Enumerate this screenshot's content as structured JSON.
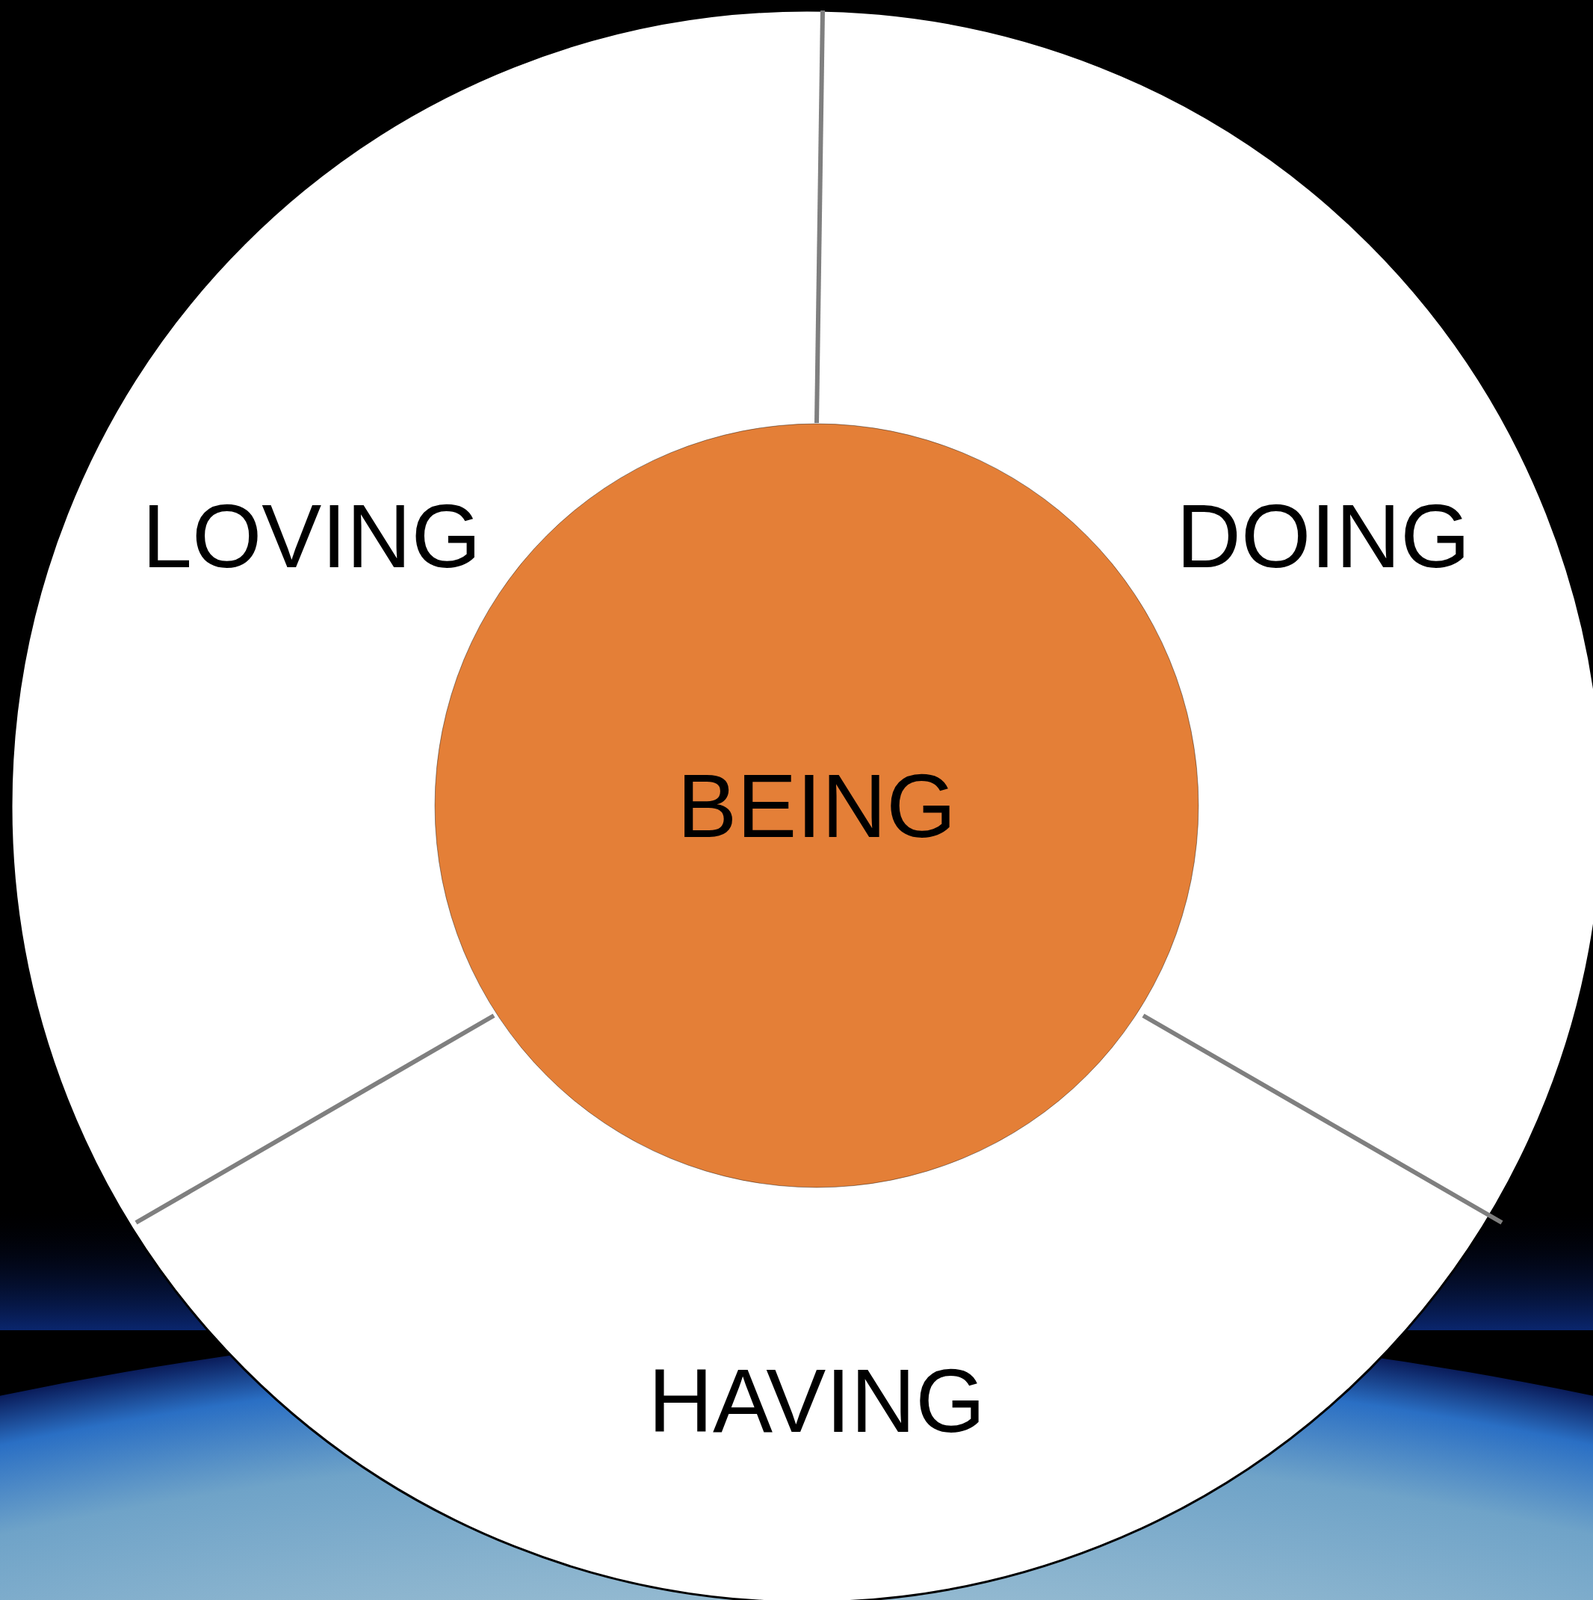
{
  "diagram": {
    "nodes": [
      {
        "text": [
          "LOVING"
        ]
      },
      {
        "text": [
          "DOING"
        ]
      },
      {
        "text": [
          "BEING"
        ]
      },
      {
        "text": [
          "HAVING"
        ]
      }
    ]
  }
}
